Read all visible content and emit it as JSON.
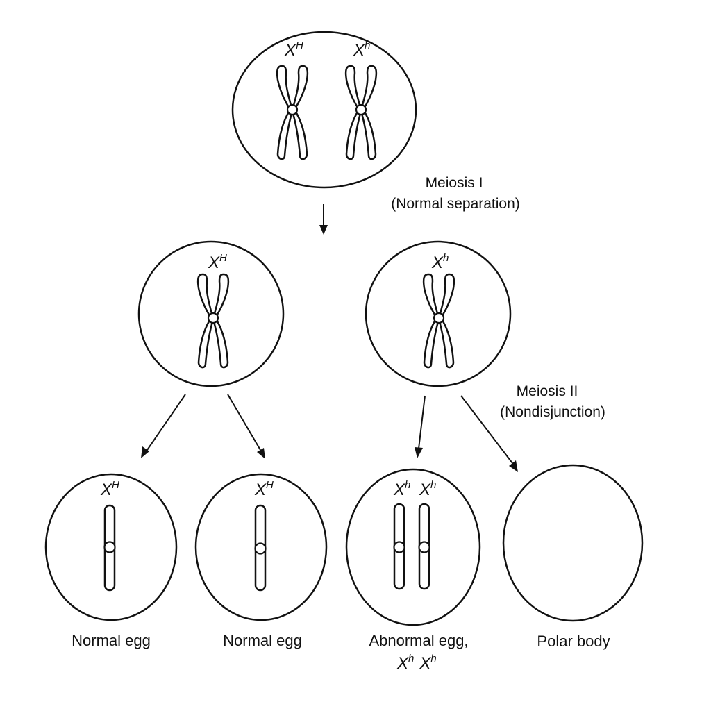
{
  "stages": {
    "meiosis_one": {
      "title": "Meiosis I",
      "note": "(Normal separation)"
    },
    "meiosis_two": {
      "title": "Meiosis II",
      "note": "(Nondisjunction)"
    }
  },
  "cells": {
    "parent": {
      "left_allele": {
        "base": "X",
        "sup": "H"
      },
      "right_allele": {
        "base": "X",
        "sup": "h"
      }
    },
    "secondary_left": {
      "allele": {
        "base": "X",
        "sup": "H"
      }
    },
    "secondary_right": {
      "allele": {
        "base": "X",
        "sup": "h"
      }
    },
    "egg_1": {
      "allele": {
        "base": "X",
        "sup": "H"
      },
      "caption": "Normal egg"
    },
    "egg_2": {
      "allele": {
        "base": "X",
        "sup": "H"
      },
      "caption": "Normal egg"
    },
    "abnormal_egg": {
      "allele_left": {
        "base": "X",
        "sup": "h"
      },
      "allele_right": {
        "base": "X",
        "sup": "h"
      },
      "caption": "Abnormal egg,",
      "genotype": {
        "a_base": "X",
        "a_sup": "h",
        "b_base": "X",
        "b_sup": "h"
      }
    },
    "polar_body": {
      "caption": "Polar body"
    }
  }
}
